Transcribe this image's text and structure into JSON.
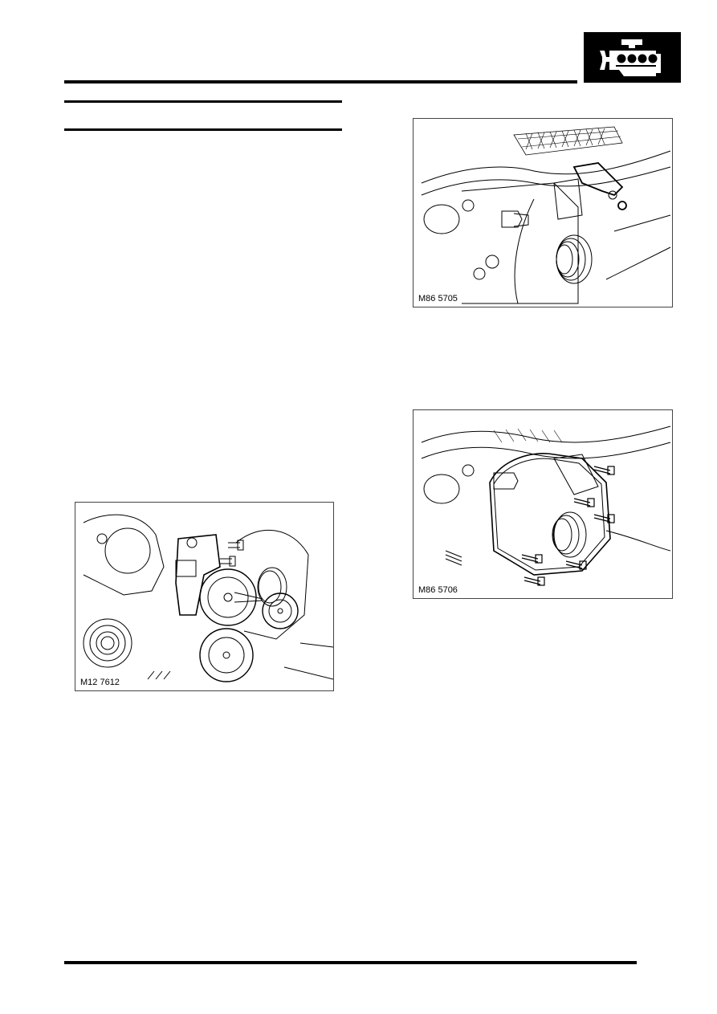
{
  "header": {
    "section_icon": "engine-icon",
    "badge_color": "#000000"
  },
  "figures": [
    {
      "label": "M86 5705",
      "subject": "alternator-harness-and-nut"
    },
    {
      "label": "M86 5706",
      "subject": "alternator-bolts"
    },
    {
      "label": "M12 7612",
      "subject": "belt-tensioner-and-idler"
    }
  ]
}
